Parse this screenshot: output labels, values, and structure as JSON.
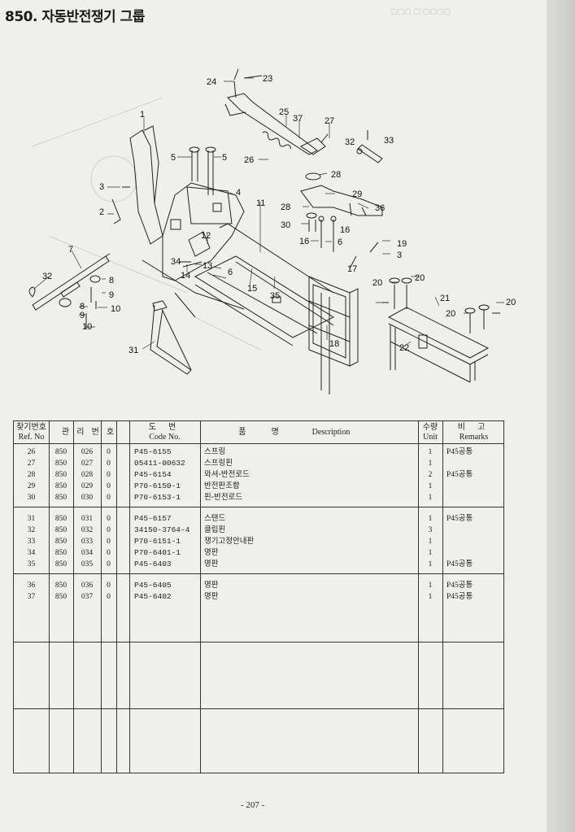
{
  "page": {
    "title": "850. 자동반전쟁기  그룹",
    "page_number": "- 207 -"
  },
  "callouts": [
    "1",
    "2",
    "3",
    "4",
    "5",
    "5",
    "6",
    "6",
    "7",
    "8",
    "8",
    "9",
    "9",
    "10",
    "10",
    "11",
    "12",
    "13",
    "14",
    "15",
    "16",
    "16",
    "17",
    "18",
    "19",
    "3",
    "20",
    "20",
    "20",
    "20",
    "21",
    "22",
    "23",
    "24",
    "25",
    "26",
    "27",
    "28",
    "28",
    "29",
    "30",
    "31",
    "32",
    "32",
    "33",
    "34",
    "35",
    "36",
    "37"
  ],
  "table": {
    "headers": {
      "ref_ko": "찾기번호",
      "ref_en": "Ref. No",
      "mgmt": "관 리 번 호",
      "code_ko": "도 번",
      "code_en": "Code No.",
      "name_ko": "품 명",
      "desc_en": "Description",
      "unit_ko": "수량",
      "unit_en": "Unit",
      "remarks_ko": "비 고",
      "remarks_en": "Remarks"
    },
    "groups": [
      [
        {
          "ref": "26",
          "a": "850",
          "b": "026",
          "c": "0",
          "code": "P45-6155",
          "name": "스프링",
          "unit": "1",
          "remarks": "P45공통"
        },
        {
          "ref": "27",
          "a": "850",
          "b": "027",
          "c": "0",
          "code": "05411-00632",
          "name": "스프링핀",
          "unit": "1",
          "remarks": ""
        },
        {
          "ref": "28",
          "a": "850",
          "b": "028",
          "c": "0",
          "code": "P45-6154",
          "name": "와셔-반전로드",
          "unit": "2",
          "remarks": "P45공통"
        },
        {
          "ref": "29",
          "a": "850",
          "b": "029",
          "c": "0",
          "code": "P70-6150-1",
          "name": "반전판조합",
          "unit": "1",
          "remarks": ""
        },
        {
          "ref": "30",
          "a": "850",
          "b": "030",
          "c": "0",
          "code": "P70-6153-1",
          "name": "핀-반전로드",
          "unit": "1",
          "remarks": ""
        }
      ],
      [
        {
          "ref": "31",
          "a": "850",
          "b": "031",
          "c": "0",
          "code": "P45-6157",
          "name": "스탠드",
          "unit": "1",
          "remarks": "P45공통"
        },
        {
          "ref": "32",
          "a": "850",
          "b": "032",
          "c": "0",
          "code": "34150-3764-4",
          "name": "클립핀",
          "unit": "3",
          "remarks": ""
        },
        {
          "ref": "33",
          "a": "850",
          "b": "033",
          "c": "0",
          "code": "P70-6151-1",
          "name": "쟁기고정안내판",
          "unit": "1",
          "remarks": ""
        },
        {
          "ref": "34",
          "a": "850",
          "b": "034",
          "c": "0",
          "code": "P70-6401-1",
          "name": "명판",
          "unit": "1",
          "remarks": ""
        },
        {
          "ref": "35",
          "a": "850",
          "b": "035",
          "c": "0",
          "code": "P45-6403",
          "name": "명판",
          "unit": "1",
          "remarks": "P45공통"
        }
      ],
      [
        {
          "ref": "36",
          "a": "850",
          "b": "036",
          "c": "0",
          "code": "P45-6405",
          "name": "명판",
          "unit": "1",
          "remarks": "P45공통"
        },
        {
          "ref": "37",
          "a": "850",
          "b": "037",
          "c": "0",
          "code": "P45-6402",
          "name": "명판",
          "unit": "1",
          "remarks": "P45공통"
        }
      ]
    ]
  }
}
